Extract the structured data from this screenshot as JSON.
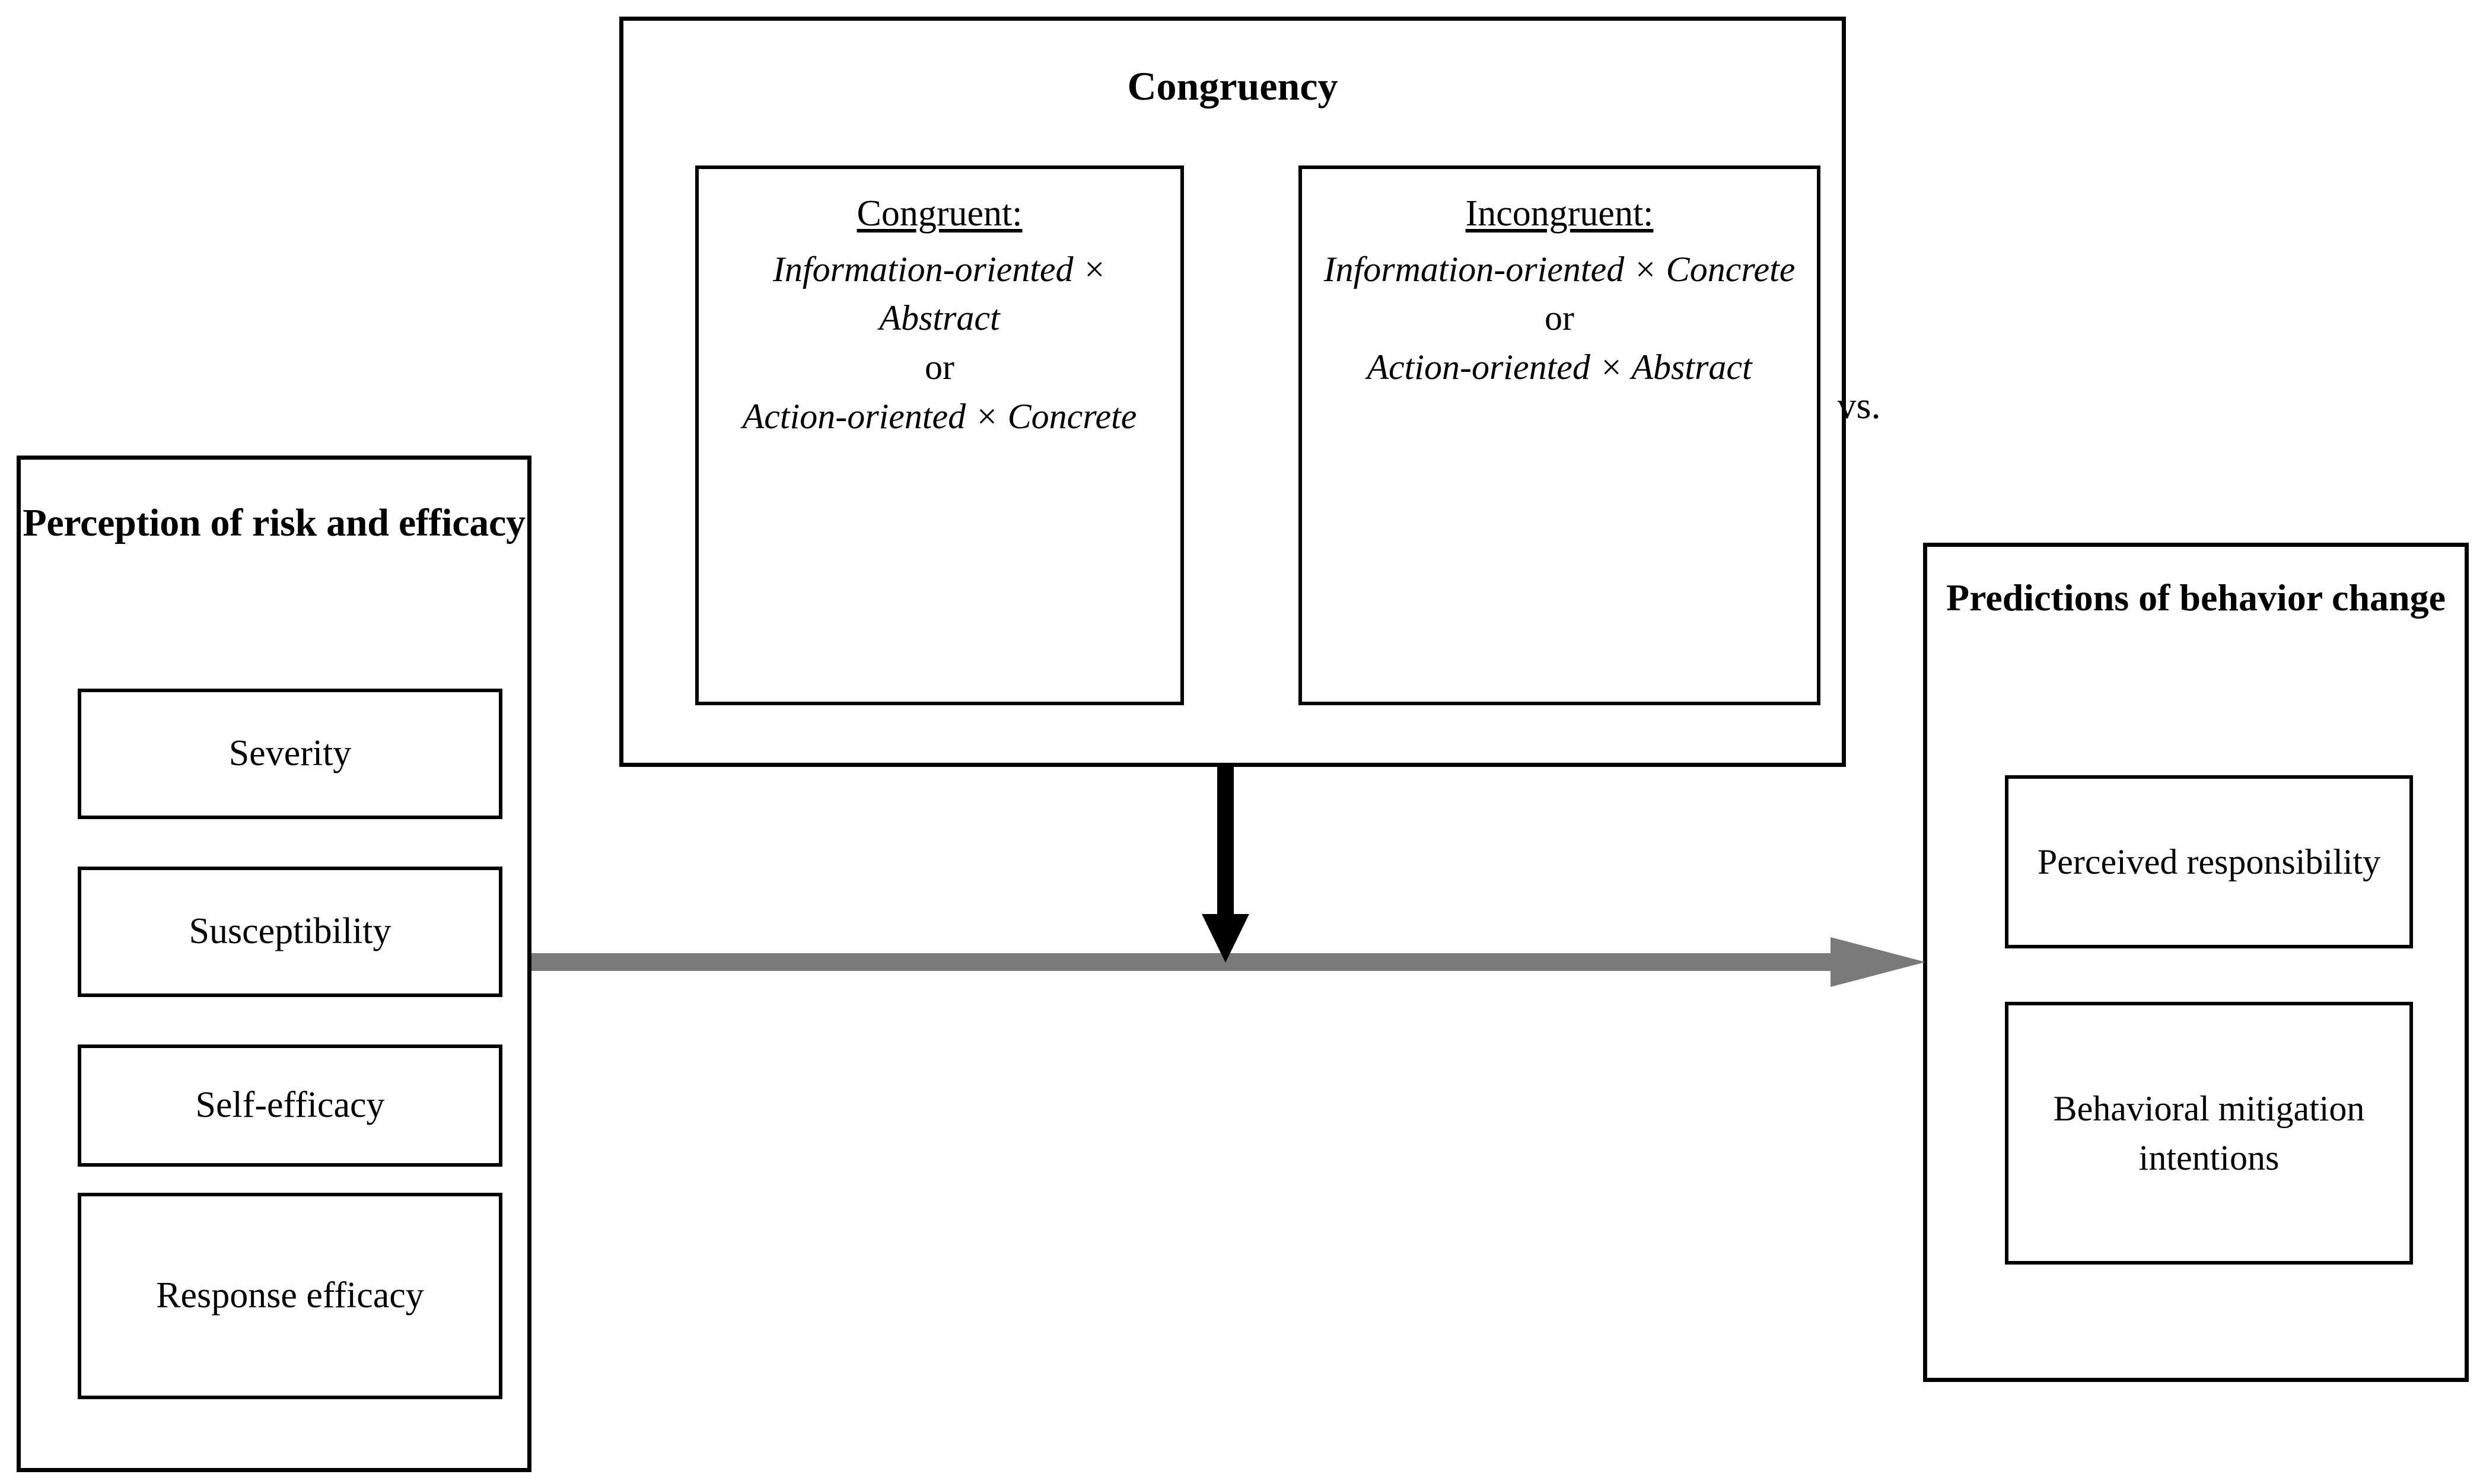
{
  "figure": {
    "colors": {
      "outline": "#000000",
      "gray_arrow": "#7a7a7a",
      "black_arrow": "#000000",
      "background": "#ffffff"
    }
  },
  "left_panel": {
    "title": "Perception of risk and efficacy",
    "items": [
      {
        "label": "Severity"
      },
      {
        "label": "Susceptibility"
      },
      {
        "label": "Self-efficacy"
      },
      {
        "label": "Response efficacy"
      }
    ]
  },
  "congruency_panel": {
    "title": "Congruency",
    "vs_label": "vs.",
    "boxes": [
      {
        "heading": "Congruent:",
        "line1": "Information-oriented × Abstract",
        "connector": "or",
        "line2": "Action-oriented × Concrete"
      },
      {
        "heading": "Incongruent:",
        "line1": "Information-oriented × Concrete",
        "connector": "or",
        "line2": "Action-oriented × Abstract"
      }
    ]
  },
  "right_panel": {
    "title": "Predictions of behavior change",
    "items": [
      {
        "label": "Perceived responsibility"
      },
      {
        "label": "Behavioral mitigation intentions"
      }
    ]
  },
  "arrows": [
    {
      "name": "moderator-arrow",
      "direction": "down",
      "color": "#000000"
    },
    {
      "name": "main-effect-arrow",
      "direction": "right",
      "color": "#7a7a7a"
    }
  ]
}
